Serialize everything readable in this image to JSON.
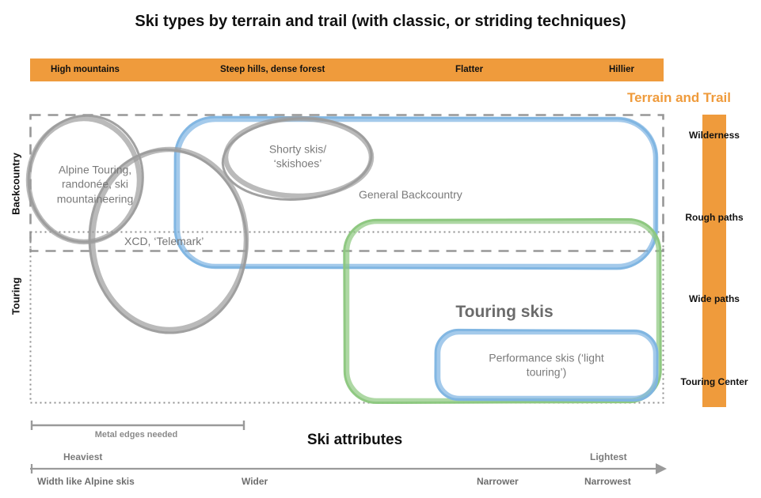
{
  "title": "Ski types by terrain and trail (with classic, or striding techniques)",
  "top_axis": {
    "labels": [
      "High mountains",
      "Steep hills, dense forest",
      "Flatter",
      "Hillier"
    ]
  },
  "right_axis": {
    "title": "Terrain and Trail",
    "labels": [
      "Wilderness",
      "Rough paths",
      "Wide paths",
      "Touring Center"
    ]
  },
  "left_axis": {
    "labels": [
      "Backcountry",
      "Touring"
    ]
  },
  "regions": {
    "alpine_touring": "Alpine Touring, randonée, ski mountaineering",
    "shorty_skis": "Shorty skis/ ‘skishoes’",
    "general_backcountry": "General Backcountry",
    "xcd_telemark": "XCD, ‘Telemark’",
    "touring_skis": "Touring skis",
    "performance_skis": "Performance skis (‘light touring’)"
  },
  "bottom": {
    "metal_edges": "Metal edges needed",
    "heading": "Ski attributes",
    "weight_scale": {
      "left": "Heaviest",
      "right": "Lightest"
    },
    "width_scale": [
      "Width like Alpine skis",
      "Wider",
      "Narrower",
      "Narrowest"
    ]
  },
  "colors": {
    "orange": "#EF9B3C",
    "blue": "#7EB4E2",
    "green": "#8CC77E",
    "shape_gray": "#9C9C9C"
  }
}
